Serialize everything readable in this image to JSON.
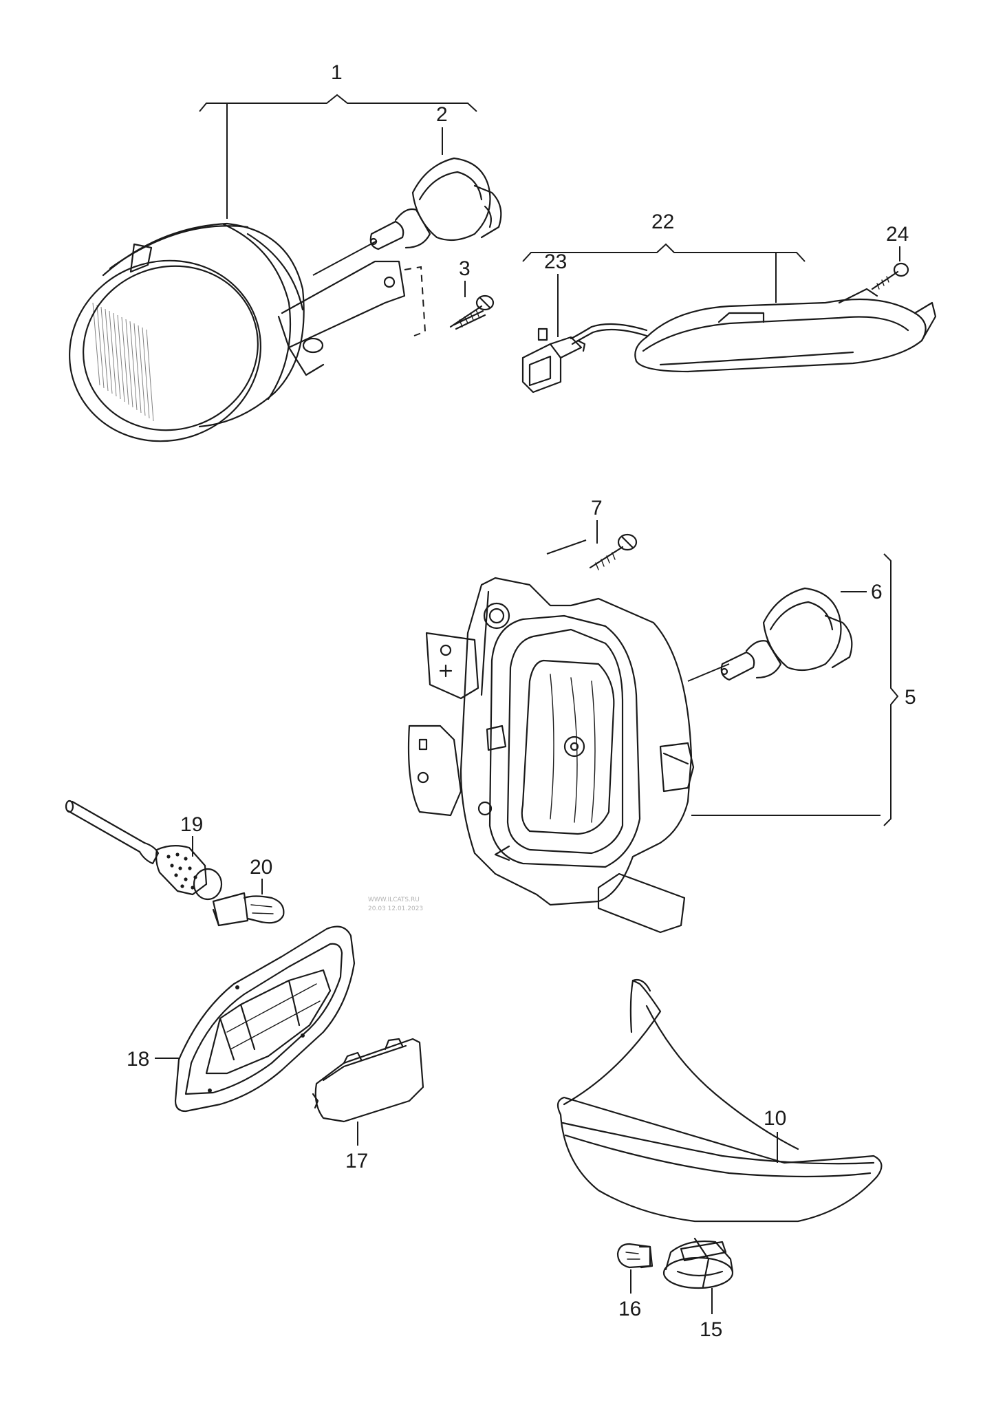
{
  "diagram": {
    "watermark": {
      "line1": "WWW.ILCATS.RU",
      "line2": "20.03 12.01.2023"
    },
    "callouts": {
      "c1": "1",
      "c2": "2",
      "c3": "3",
      "c5": "5",
      "c6": "6",
      "c7": "7",
      "c10": "10",
      "c15": "15",
      "c16": "16",
      "c17": "17",
      "c18": "18",
      "c19": "19",
      "c20": "20",
      "c22": "22",
      "c23": "23",
      "c24": "24"
    },
    "icons": [
      "fog-lamp-icon",
      "bulb-icon",
      "screw-icon",
      "side-marker-icon",
      "connector-icon",
      "headlight-housing-icon",
      "mirror-indicator-icon",
      "bulb-socket-icon",
      "bezel-icon",
      "reflector-lens-icon"
    ]
  }
}
